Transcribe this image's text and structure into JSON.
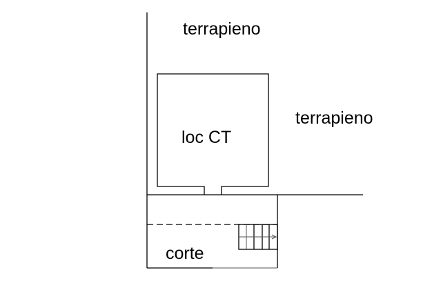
{
  "labels": {
    "terrapieno_top": "terrapieno",
    "terrapieno_right": "terrapieno",
    "room": "loc CT",
    "courtyard": "corte"
  }
}
